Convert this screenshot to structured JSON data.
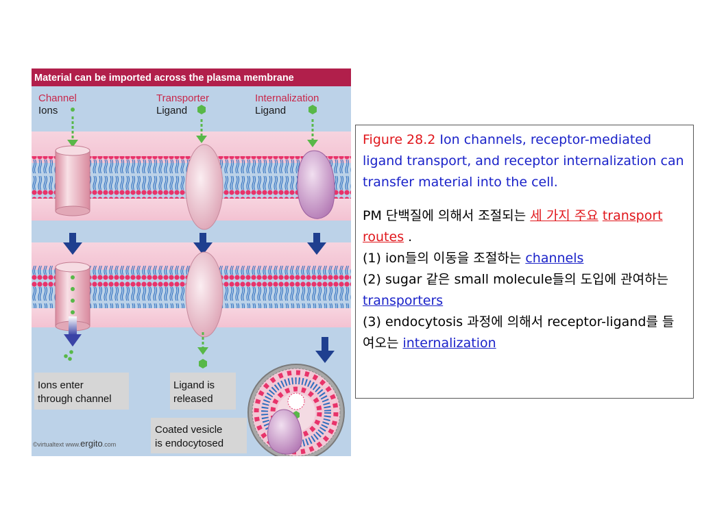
{
  "figure": {
    "title": "Material can be imported across the plasma membrane",
    "col1": {
      "heading": "Channel",
      "cargo": "Ions"
    },
    "col2": {
      "heading": "Transporter",
      "cargo": "Ligand"
    },
    "col3": {
      "heading": "Internalization",
      "cargo": "Ligand"
    },
    "label_ions": [
      "Ions enter",
      "through channel"
    ],
    "label_ligand": [
      "Ligand is",
      "released"
    ],
    "label_vesicle": [
      "Coated vesicle",
      "is endocytosed"
    ],
    "credit_prefix": "©virtualtext  www.",
    "credit_brand": "ergito",
    "credit_suffix": ".com",
    "colors": {
      "title_bg": "#b11f4b",
      "panel_bg": "#bcd2e8",
      "heading": "#c8274a",
      "arrow": "#1f3f8f",
      "ligand": "#58b848"
    }
  },
  "caption": {
    "figure_no": "Figure 28.2",
    "figure_text": " Ion channels, receptor-mediated ligand transport, and receptor internalization can transfer material into the cell.",
    "pm_prefix": "PM 단백질에 의해서 조절되는 ",
    "three_kinds": "세 가지 주요",
    "space": " ",
    "transport_routes": "transport routes",
    "period": " .",
    "item1_prefix": "(1) ion들의 이동을 조절하는 ",
    "item1_link": "channels",
    "item2_text": "(2) sugar 같은 small molecule들의 도입에 관여하는 ",
    "item2_link": "transporters",
    "item3_text": "(3) endocytosis 과정에 의해서 receptor-ligand를 들여오는 ",
    "item3_link": "internalization"
  }
}
